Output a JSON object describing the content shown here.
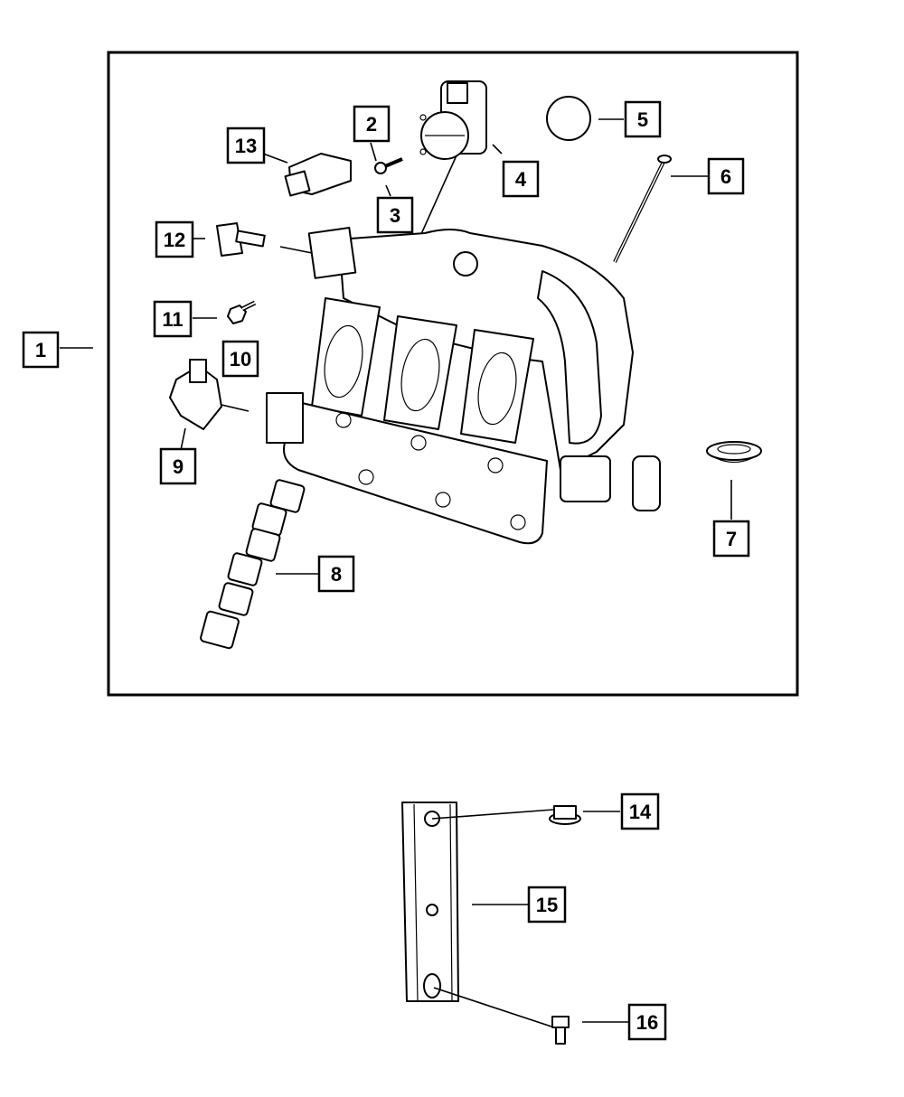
{
  "diagram": {
    "title": "Intake Manifold Assembly",
    "callouts": [
      {
        "id": "1",
        "part": "intake-manifold-assembly"
      },
      {
        "id": "2",
        "part": "bolt"
      },
      {
        "id": "3",
        "part": "bolt"
      },
      {
        "id": "4",
        "part": "throttle-body"
      },
      {
        "id": "5",
        "part": "o-ring-seal"
      },
      {
        "id": "6",
        "part": "long-bolt"
      },
      {
        "id": "7",
        "part": "grommet"
      },
      {
        "id": "8",
        "part": "intake-manifold-gasket"
      },
      {
        "id": "9",
        "part": "actuator"
      },
      {
        "id": "10",
        "part": "actuator-seal"
      },
      {
        "id": "11",
        "part": "screw"
      },
      {
        "id": "12",
        "part": "sensor"
      },
      {
        "id": "13",
        "part": "map-sensor"
      },
      {
        "id": "14",
        "part": "nut"
      },
      {
        "id": "15",
        "part": "bracket"
      },
      {
        "id": "16",
        "part": "bolt"
      }
    ]
  }
}
